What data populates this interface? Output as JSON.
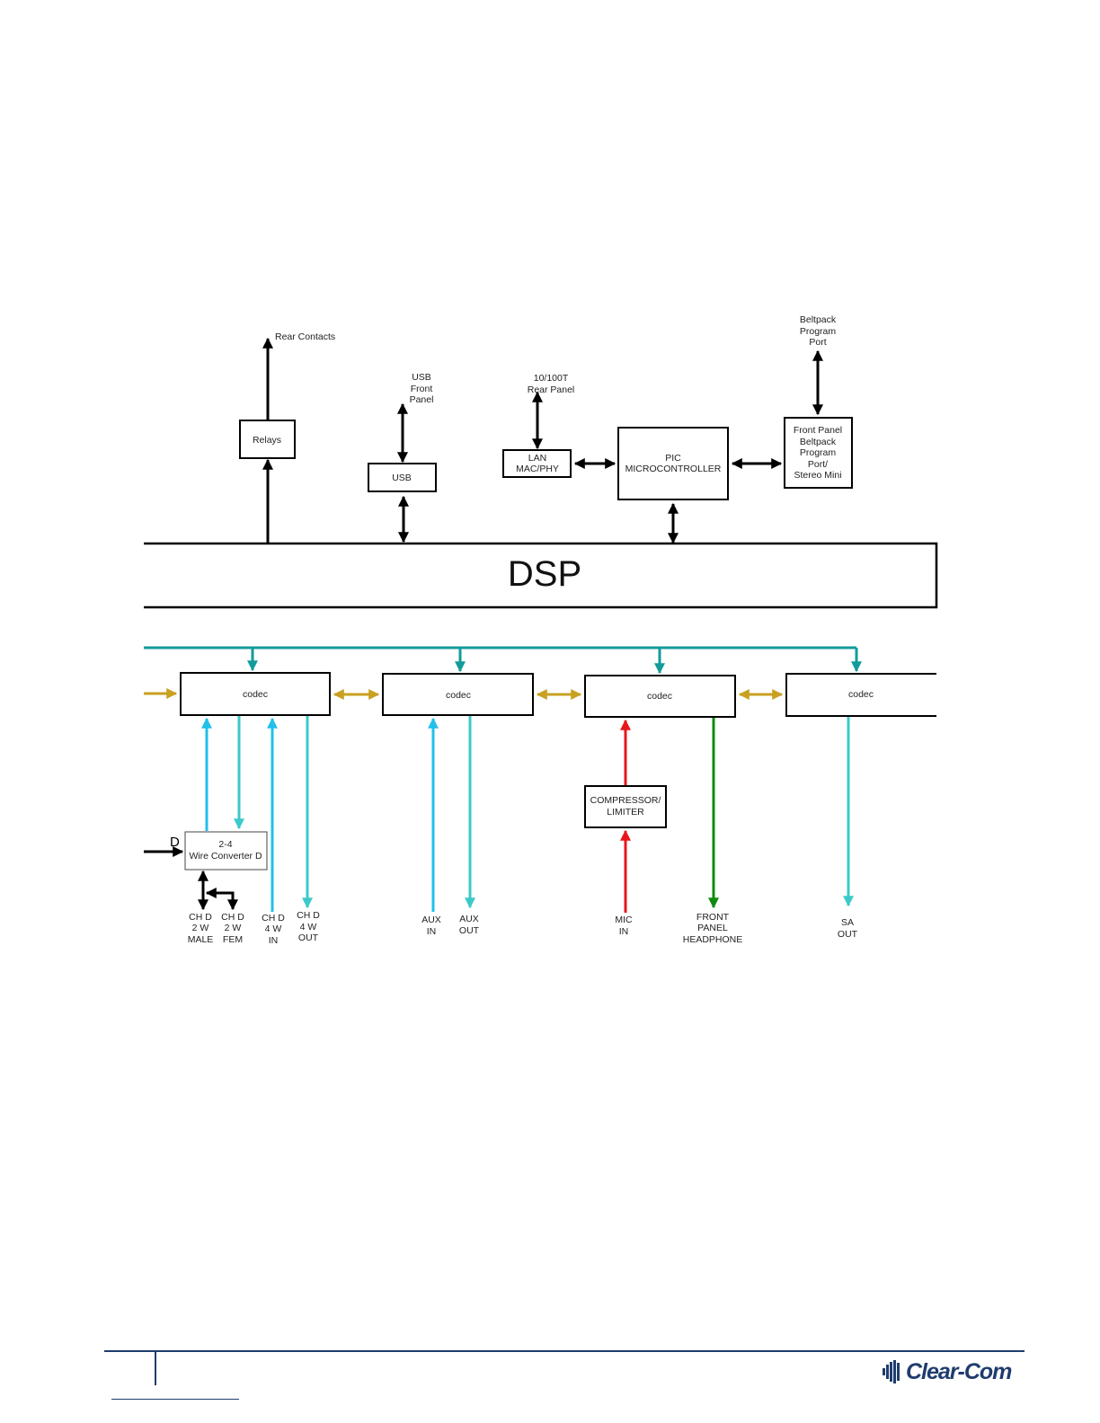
{
  "diagram": {
    "dsp": "DSP",
    "relays": "Relays",
    "rear_contacts": "Rear Contacts",
    "usb": "USB",
    "usb_front_panel": [
      "USB",
      "Front",
      "Panel"
    ],
    "lan": [
      "LAN",
      "MAC/PHY"
    ],
    "rear_panel_10_100t": [
      "10/100T",
      "Rear Panel"
    ],
    "pic": [
      "PIC",
      "MICROCONTROLLER"
    ],
    "front_panel_port": [
      "Front Panel",
      "Beltpack",
      "Program",
      "Port/",
      "Stereo Mini"
    ],
    "beltpack_program_port": [
      "Beltpack",
      "Program",
      "Port"
    ],
    "codec": "codec",
    "wire_converter": [
      "2-4",
      "Wire Converter D"
    ],
    "converter_input": "D",
    "compressor": [
      "COMPRESSOR/",
      "LIMITER"
    ],
    "ports": {
      "ch_d_2w_male": [
        "CH D",
        "2 W",
        "MALE"
      ],
      "ch_d_2w_fem": [
        "CH D",
        "2 W",
        "FEM"
      ],
      "ch_d_4w_in": [
        "CH D",
        "4 W",
        "IN"
      ],
      "ch_d_4w_out": [
        "CH D",
        "4 W",
        "OUT"
      ],
      "aux_in": [
        "AUX",
        "IN"
      ],
      "aux_out": [
        "AUX",
        "OUT"
      ],
      "mic_in": [
        "MIC",
        "IN"
      ],
      "headphone": [
        "FRONT",
        "PANEL",
        "HEADPHONE"
      ],
      "sa_out": [
        "SA",
        "OUT"
      ]
    },
    "colors": {
      "control": "#000000",
      "bus": "#139b9b",
      "link": "#c9a021",
      "input": "#22c0ea",
      "output": "#3cc9c9",
      "mic": "#e8151b",
      "headphone": "#108b10"
    }
  },
  "footer": {
    "logo": "Clear-Com"
  }
}
